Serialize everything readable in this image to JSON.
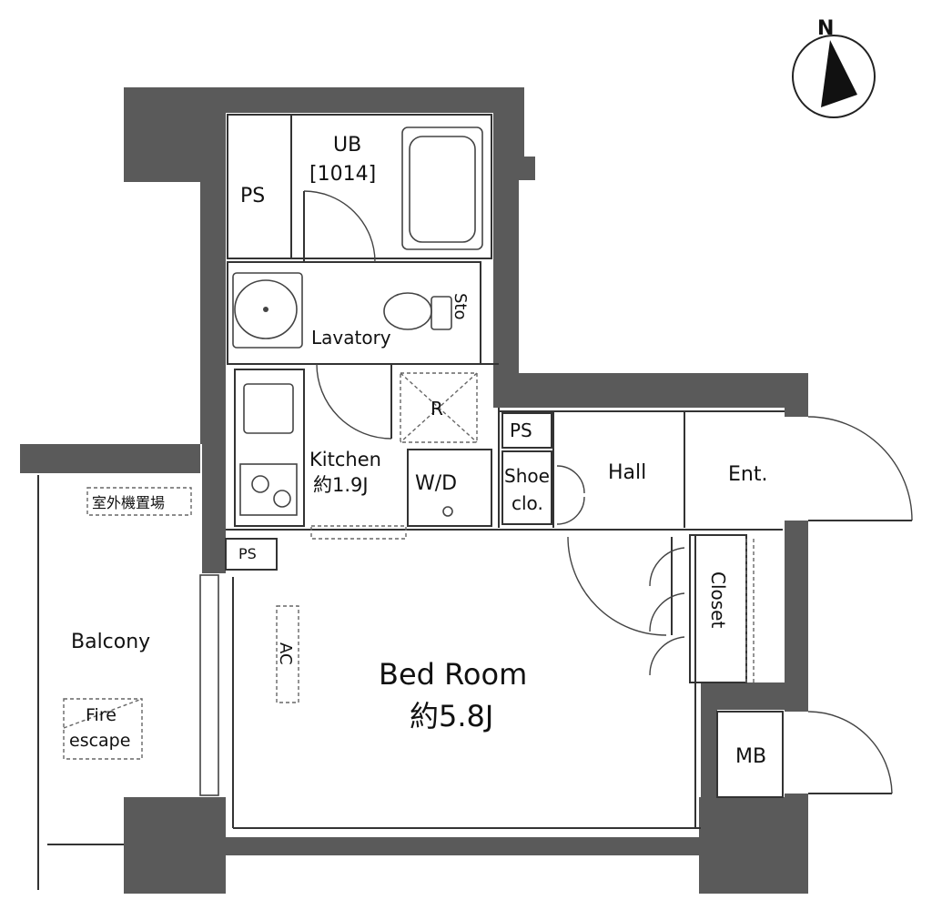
{
  "compass": {
    "label": "N"
  },
  "rooms": {
    "ps_top": "PS",
    "ub_name": "UB",
    "ub_size": "[1014]",
    "lavatory": "Lavatory",
    "storage": "Sto",
    "refrigerator": "R",
    "kitchen_name": "Kitchen",
    "kitchen_size": "約1.9J",
    "washer": "W/D",
    "ps_hall": "PS",
    "shoe_closet_line1": "Shoe",
    "shoe_closet_line2": "clo.",
    "hall": "Hall",
    "entrance": "Ent.",
    "ps_small": "PS",
    "outdoor_unit": "室外機置場",
    "balcony": "Balcony",
    "fire_escape_line1": "Fire",
    "fire_escape_line2": "escape",
    "ac": "AC",
    "bedroom_name": "Bed Room",
    "bedroom_size": "約5.8J",
    "closet": "Closet",
    "meter_box": "MB"
  }
}
